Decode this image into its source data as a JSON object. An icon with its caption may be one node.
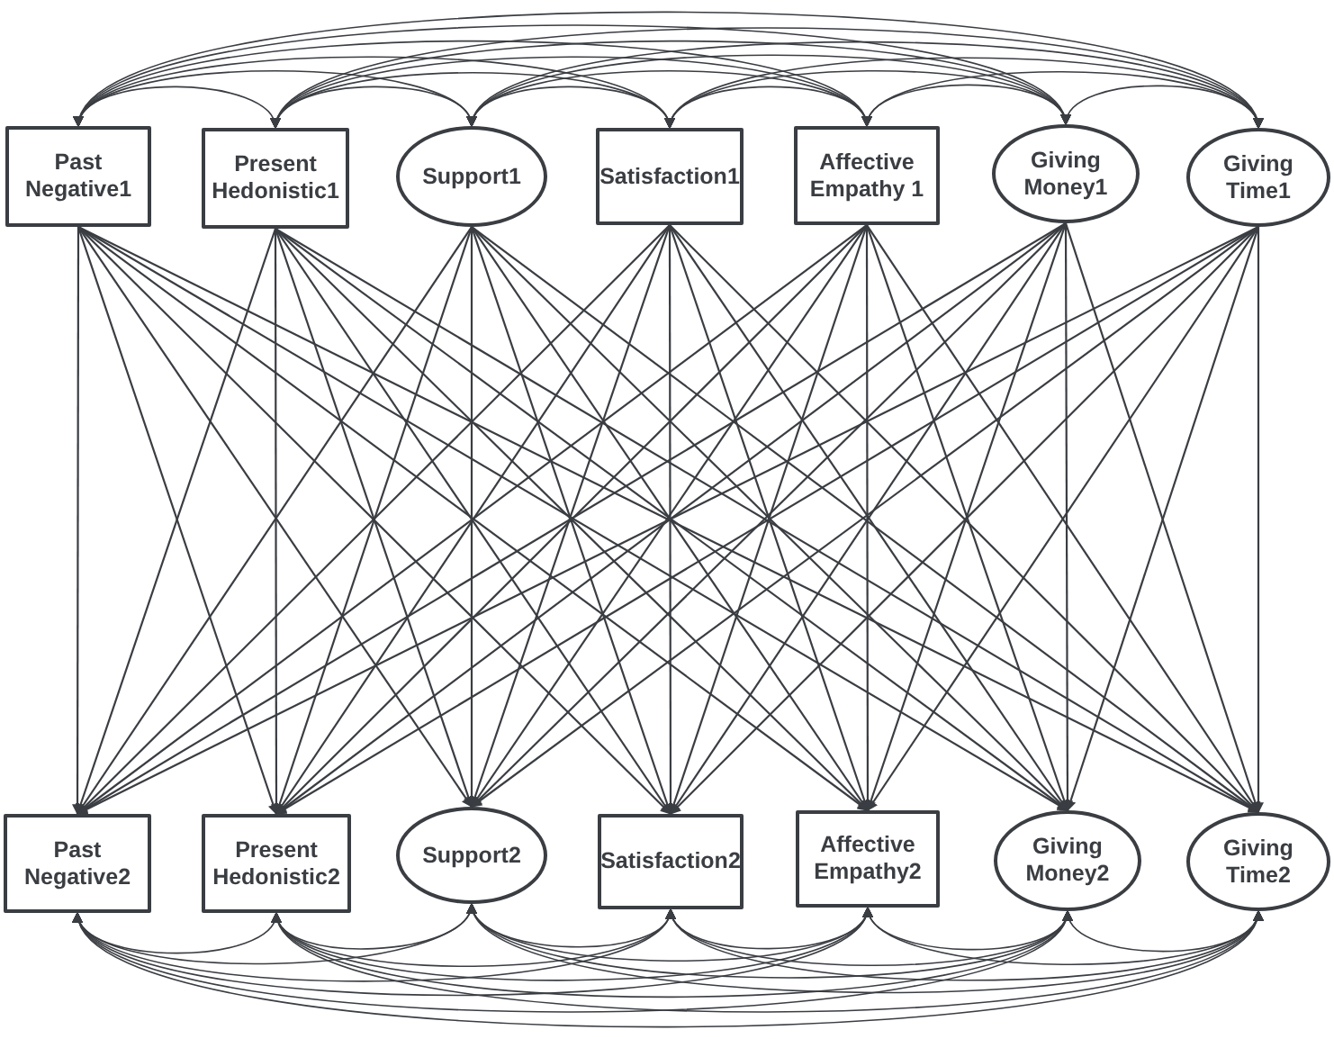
{
  "diagram": {
    "nodes": [
      {
        "text": [
          "Past Negative1"
        ]
      },
      {
        "text": [
          "Present Hedonistic1"
        ]
      },
      {
        "text": [
          "Support1"
        ]
      },
      {
        "text": [
          "Satisfaction1"
        ]
      },
      {
        "text": [
          "Affective Empathy 1"
        ]
      },
      {
        "text": [
          "Giving Money1"
        ]
      },
      {
        "text": [
          "Giving Time1"
        ]
      },
      {
        "text": [
          "Past Negative2"
        ]
      },
      {
        "text": [
          "Present Hedonistic2"
        ]
      },
      {
        "text": [
          "Support2"
        ]
      },
      {
        "text": [
          "Satisfaction2"
        ]
      },
      {
        "text": [
          "Affective Empathy2"
        ]
      },
      {
        "text": [
          "Giving Money2"
        ]
      },
      {
        "text": [
          "Giving Time2"
        ]
      }
    ],
    "edges": [
      {
        "from": 0,
        "to": 7,
        "arrow": "to"
      },
      {
        "from": 0,
        "to": 8,
        "arrow": "to"
      },
      {
        "from": 0,
        "to": 9,
        "arrow": "to"
      },
      {
        "from": 0,
        "to": 10,
        "arrow": "to"
      },
      {
        "from": 0,
        "to": 11,
        "arrow": "to"
      },
      {
        "from": 0,
        "to": 12,
        "arrow": "to"
      },
      {
        "from": 0,
        "to": 13,
        "arrow": "to"
      },
      {
        "from": 1,
        "to": 7,
        "arrow": "to"
      },
      {
        "from": 1,
        "to": 8,
        "arrow": "to"
      },
      {
        "from": 1,
        "to": 9,
        "arrow": "to"
      },
      {
        "from": 1,
        "to": 10,
        "arrow": "to"
      },
      {
        "from": 1,
        "to": 11,
        "arrow": "to"
      },
      {
        "from": 1,
        "to": 12,
        "arrow": "to"
      },
      {
        "from": 1,
        "to": 13,
        "arrow": "to"
      },
      {
        "from": 2,
        "to": 7,
        "arrow": "to"
      },
      {
        "from": 2,
        "to": 8,
        "arrow": "to"
      },
      {
        "from": 2,
        "to": 9,
        "arrow": "to"
      },
      {
        "from": 2,
        "to": 10,
        "arrow": "to"
      },
      {
        "from": 2,
        "to": 11,
        "arrow": "to"
      },
      {
        "from": 2,
        "to": 12,
        "arrow": "to"
      },
      {
        "from": 2,
        "to": 13,
        "arrow": "to"
      },
      {
        "from": 3,
        "to": 7,
        "arrow": "to"
      },
      {
        "from": 3,
        "to": 8,
        "arrow": "to"
      },
      {
        "from": 3,
        "to": 9,
        "arrow": "to"
      },
      {
        "from": 3,
        "to": 10,
        "arrow": "to"
      },
      {
        "from": 3,
        "to": 11,
        "arrow": "to"
      },
      {
        "from": 3,
        "to": 12,
        "arrow": "to"
      },
      {
        "from": 3,
        "to": 13,
        "arrow": "to"
      },
      {
        "from": 4,
        "to": 7,
        "arrow": "to"
      },
      {
        "from": 4,
        "to": 8,
        "arrow": "to"
      },
      {
        "from": 4,
        "to": 9,
        "arrow": "to"
      },
      {
        "from": 4,
        "to": 10,
        "arrow": "to"
      },
      {
        "from": 4,
        "to": 11,
        "arrow": "to"
      },
      {
        "from": 4,
        "to": 12,
        "arrow": "to"
      },
      {
        "from": 4,
        "to": 13,
        "arrow": "to"
      },
      {
        "from": 5,
        "to": 7,
        "arrow": "to"
      },
      {
        "from": 5,
        "to": 8,
        "arrow": "to"
      },
      {
        "from": 5,
        "to": 9,
        "arrow": "to"
      },
      {
        "from": 5,
        "to": 10,
        "arrow": "to"
      },
      {
        "from": 5,
        "to": 11,
        "arrow": "to"
      },
      {
        "from": 5,
        "to": 12,
        "arrow": "to"
      },
      {
        "from": 5,
        "to": 13,
        "arrow": "to"
      },
      {
        "from": 6,
        "to": 7,
        "arrow": "to"
      },
      {
        "from": 6,
        "to": 8,
        "arrow": "to"
      },
      {
        "from": 6,
        "to": 9,
        "arrow": "to"
      },
      {
        "from": 6,
        "to": 10,
        "arrow": "to"
      },
      {
        "from": 6,
        "to": 11,
        "arrow": "to"
      },
      {
        "from": 6,
        "to": 12,
        "arrow": "to"
      },
      {
        "from": 6,
        "to": 13,
        "arrow": "to"
      },
      {
        "from": 0,
        "to": 1,
        "arrow": "both"
      },
      {
        "from": 0,
        "to": 2,
        "arrow": "both"
      },
      {
        "from": 0,
        "to": 3,
        "arrow": "both"
      },
      {
        "from": 0,
        "to": 4,
        "arrow": "both"
      },
      {
        "from": 0,
        "to": 5,
        "arrow": "both"
      },
      {
        "from": 0,
        "to": 6,
        "arrow": "both"
      },
      {
        "from": 1,
        "to": 2,
        "arrow": "both"
      },
      {
        "from": 1,
        "to": 3,
        "arrow": "both"
      },
      {
        "from": 1,
        "to": 4,
        "arrow": "both"
      },
      {
        "from": 1,
        "to": 5,
        "arrow": "both"
      },
      {
        "from": 1,
        "to": 6,
        "arrow": "both"
      },
      {
        "from": 2,
        "to": 3,
        "arrow": "both"
      },
      {
        "from": 2,
        "to": 4,
        "arrow": "both"
      },
      {
        "from": 2,
        "to": 5,
        "arrow": "both"
      },
      {
        "from": 2,
        "to": 6,
        "arrow": "both"
      },
      {
        "from": 3,
        "to": 4,
        "arrow": "both"
      },
      {
        "from": 3,
        "to": 5,
        "arrow": "both"
      },
      {
        "from": 3,
        "to": 6,
        "arrow": "both"
      },
      {
        "from": 4,
        "to": 5,
        "arrow": "both"
      },
      {
        "from": 4,
        "to": 6,
        "arrow": "both"
      },
      {
        "from": 5,
        "to": 6,
        "arrow": "both"
      },
      {
        "from": 7,
        "to": 8,
        "arrow": "both"
      },
      {
        "from": 7,
        "to": 9,
        "arrow": "both"
      },
      {
        "from": 7,
        "to": 10,
        "arrow": "both"
      },
      {
        "from": 7,
        "to": 11,
        "arrow": "both"
      },
      {
        "from": 7,
        "to": 12,
        "arrow": "both"
      },
      {
        "from": 7,
        "to": 13,
        "arrow": "both"
      },
      {
        "from": 8,
        "to": 9,
        "arrow": "both"
      },
      {
        "from": 8,
        "to": 10,
        "arrow": "both"
      },
      {
        "from": 8,
        "to": 11,
        "arrow": "both"
      },
      {
        "from": 8,
        "to": 12,
        "arrow": "both"
      },
      {
        "from": 8,
        "to": 13,
        "arrow": "both"
      },
      {
        "from": 9,
        "to": 10,
        "arrow": "both"
      },
      {
        "from": 9,
        "to": 11,
        "arrow": "both"
      },
      {
        "from": 9,
        "to": 12,
        "arrow": "both"
      },
      {
        "from": 9,
        "to": 13,
        "arrow": "both"
      },
      {
        "from": 10,
        "to": 11,
        "arrow": "both"
      },
      {
        "from": 10,
        "to": 12,
        "arrow": "both"
      },
      {
        "from": 10,
        "to": 13,
        "arrow": "both"
      },
      {
        "from": 11,
        "to": 12,
        "arrow": "both"
      },
      {
        "from": 11,
        "to": 13,
        "arrow": "both"
      },
      {
        "from": 12,
        "to": 13,
        "arrow": "both"
      }
    ]
  }
}
